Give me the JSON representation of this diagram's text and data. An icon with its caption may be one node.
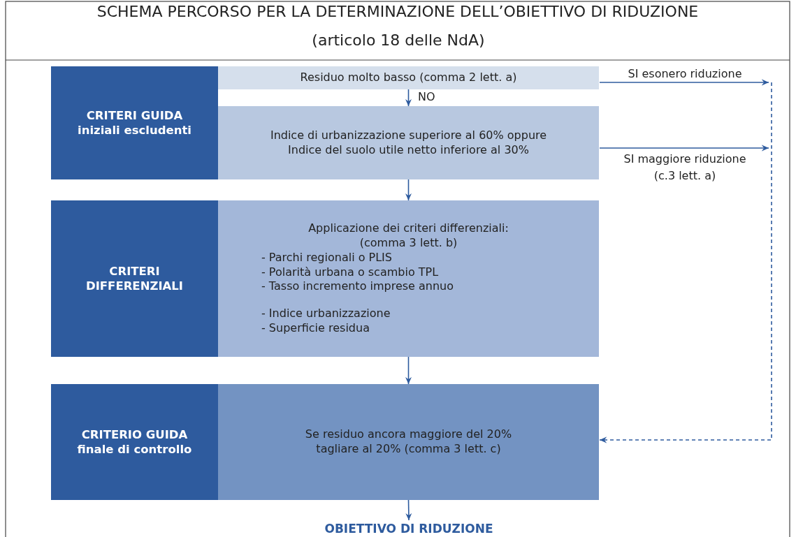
{
  "diagram": {
    "title": "SCHEMA PERCORSO PER LA DETERMINAZIONE DELL’OBIETTIVO DI RIDUZIONE",
    "nodes": [
      {
        "text": [
          "CRITERI GUIDA iniziali escludenti"
        ]
      },
      {
        "text": [
          "Residuo molto basso (comma 2 lett. a)"
        ]
      },
      {
        "text": [
          "Indice di urbanizzazione superiore al 60% oppure Indice del suolo utile netto inferiore al 30%"
        ]
      },
      {
        "text": [
          "CRITERI DIFFERENZIALI"
        ]
      },
      {
        "text": [
          "Applicazione dei criteri differenziali: (comma 3 lett. b)",
          "- Parchi regionali o PLIS",
          "- Polarità urbana o scambio TPL",
          "- Tasso incremento imprese annuo",
          "- Indice urbanizzazione",
          "- Superficie residua"
        ]
      },
      {
        "text": [
          "CRITERIO GUIDA finale di controllo"
        ]
      },
      {
        "text": [
          "Se residuo ancora maggiore del 20% tagliare al 20% (comma 3 lett. c)"
        ]
      },
      {
        "text": [
          "OBIETTIVO DI RIDUZIONE"
        ]
      }
    ],
    "edges": [
      {
        "from": 1,
        "to": 2,
        "arrow": "to",
        "label": "NO"
      },
      {
        "from": 2,
        "to": 4,
        "arrow": "to"
      },
      {
        "from": 4,
        "to": 6,
        "arrow": "to"
      },
      {
        "from": 6,
        "to": 7,
        "arrow": "to"
      },
      {
        "from": 1,
        "to": null,
        "arrow": "to",
        "label": "SI esonero riduzione"
      },
      {
        "from": 2,
        "to": null,
        "arrow": "to",
        "label": "SI maggiore riduzione (c.3 lett. a)"
      },
      {
        "from": null,
        "to": 6,
        "arrow": "to",
        "style": "dashed"
      }
    ],
    "labels": [
      "(articolo 18 delle NdA)"
    ]
  }
}
